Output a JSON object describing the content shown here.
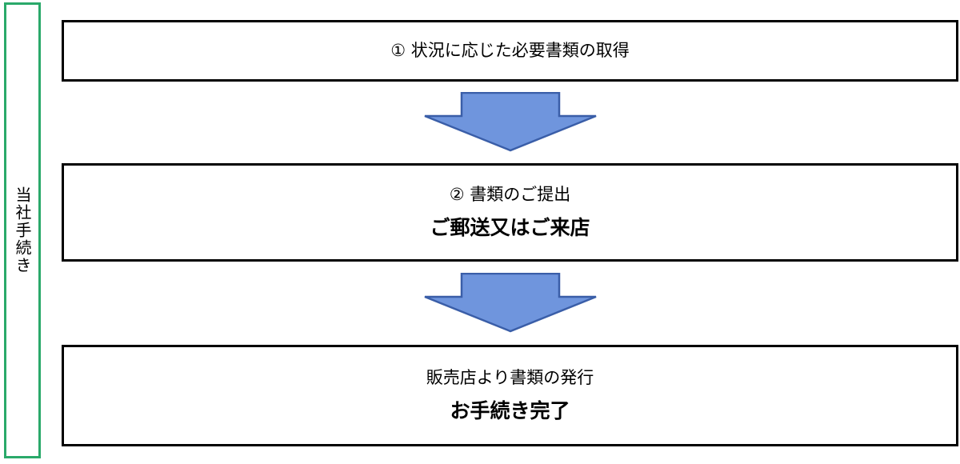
{
  "side_label": "当社手続き",
  "steps": [
    {
      "title": "① 状況に応じた必要書類の取得",
      "subtitle": ""
    },
    {
      "title": "② 書類のご提出",
      "subtitle": "ご郵送又はご来店"
    },
    {
      "title": "販売店より書類の発行",
      "subtitle": "お手続き完了"
    }
  ],
  "colors": {
    "bracket": "#2aa96a",
    "arrow_fill": "#6f95dd",
    "arrow_stroke": "#3a5ea8"
  }
}
